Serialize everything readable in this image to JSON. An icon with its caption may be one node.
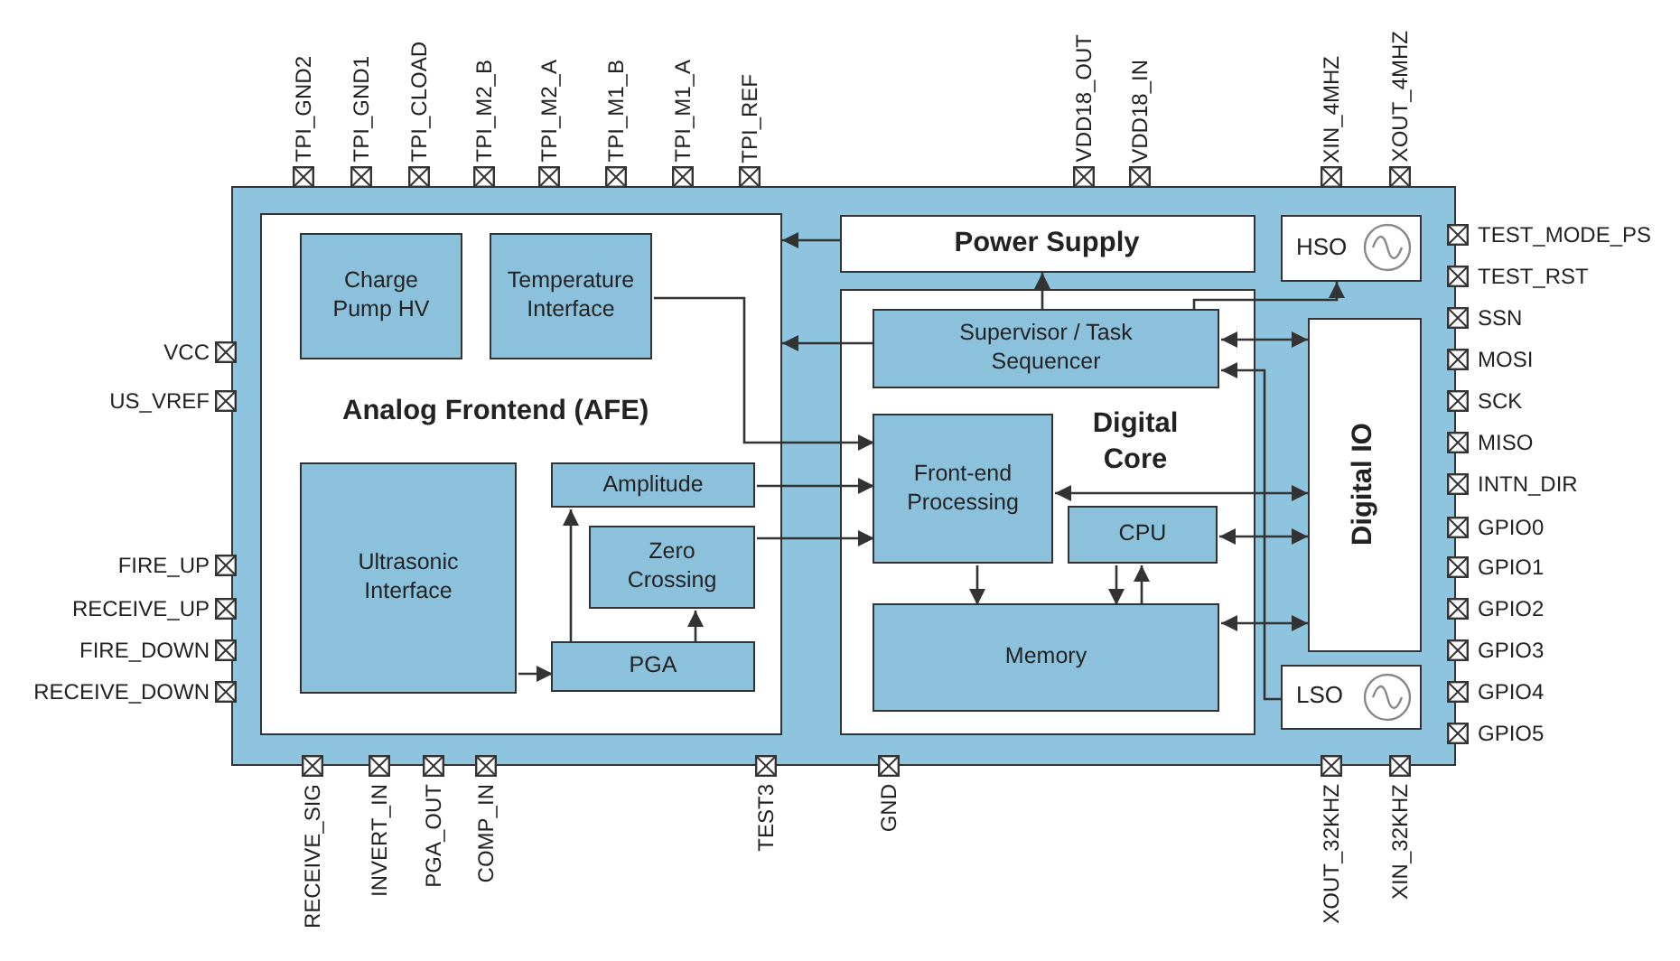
{
  "diagram": {
    "nodes": [
      {
        "text": [],
        "shape": "box"
      },
      {
        "text": [
          "Analog Frontend (AFE)"
        ],
        "in": 0
      },
      {
        "text": [
          "Charge Pump HV"
        ],
        "in": 1
      },
      {
        "text": [
          "Temperature Interface"
        ],
        "in": 1
      },
      {
        "text": [
          "Ultrasonic Interface"
        ],
        "in": 1
      },
      {
        "text": [
          "Amplitude"
        ],
        "in": 1
      },
      {
        "text": [
          "Zero Crossing"
        ],
        "in": 1
      },
      {
        "text": [
          "PGA"
        ],
        "in": 1
      },
      {
        "text": [
          "Power Supply"
        ],
        "in": 0
      },
      {
        "text": [
          "Digital Core"
        ],
        "in": 0
      },
      {
        "text": [
          "Supervisor / Task Sequencer"
        ],
        "in": 9
      },
      {
        "text": [
          "Front-end Processing"
        ],
        "in": 9
      },
      {
        "text": [
          "CPU"
        ],
        "in": 9
      },
      {
        "text": [
          "Memory"
        ],
        "in": 9
      },
      {
        "text": [
          "HSO"
        ],
        "in": 0
      },
      {
        "text": [
          "Digital IO"
        ],
        "in": 0
      },
      {
        "text": [
          "LSO"
        ],
        "in": 0
      }
    ],
    "edges": [
      {
        "from": 8,
        "to": 1,
        "arrow": "to"
      },
      {
        "from": 10,
        "to": 1,
        "arrow": "to"
      },
      {
        "from": 3,
        "to": 11,
        "arrow": "to"
      },
      {
        "from": 5,
        "to": 11,
        "arrow": "to"
      },
      {
        "from": 6,
        "to": 11,
        "arrow": "to"
      },
      {
        "from": 4,
        "to": 7,
        "arrow": "to"
      },
      {
        "from": 7,
        "to": 5,
        "arrow": "to"
      },
      {
        "from": 7,
        "to": 6,
        "arrow": "to"
      },
      {
        "from": 10,
        "to": 8,
        "arrow": "to"
      },
      {
        "from": 10,
        "to": 14,
        "arrow": "to"
      },
      {
        "from": 10,
        "to": 15,
        "arrow": "both"
      },
      {
        "from": 16,
        "to": 10,
        "arrow": "to"
      },
      {
        "from": 11,
        "to": 15,
        "arrow": "both"
      },
      {
        "from": 12,
        "to": 15,
        "arrow": "both"
      },
      {
        "from": 13,
        "to": 15,
        "arrow": "both"
      },
      {
        "from": 11,
        "to": 13,
        "arrow": "to"
      },
      {
        "from": 12,
        "to": 13,
        "arrow": "to"
      },
      {
        "from": 13,
        "to": 12,
        "arrow": "to"
      }
    ],
    "labels": [
      "TPI_GND2",
      "TPI_GND1",
      "TPI_CLOAD",
      "TPI_M2_B",
      "TPI_M2_A",
      "TPI_M1_B",
      "TPI_M1_A",
      "TPI_REF",
      "VDD18_OUT",
      "VDD18_IN",
      "XIN_4MHZ",
      "XOUT_4MHZ",
      "VCC",
      "US_VREF",
      "FIRE_UP",
      "RECEIVE_UP",
      "FIRE_DOWN",
      "RECEIVE_DOWN",
      "TEST_MODE_PS",
      "TEST_RST",
      "SSN",
      "MOSI",
      "SCK",
      "MISO",
      "INTN_DIR",
      "GPIO0",
      "GPIO1",
      "GPIO2",
      "GPIO3",
      "GPIO4",
      "GPIO5",
      "RECEIVE_SIG",
      "INVERT_IN",
      "PGA_OUT",
      "COMP_IN",
      "TEST3",
      "GND",
      "XOUT_32KHZ",
      "XIN_32KHZ"
    ]
  }
}
